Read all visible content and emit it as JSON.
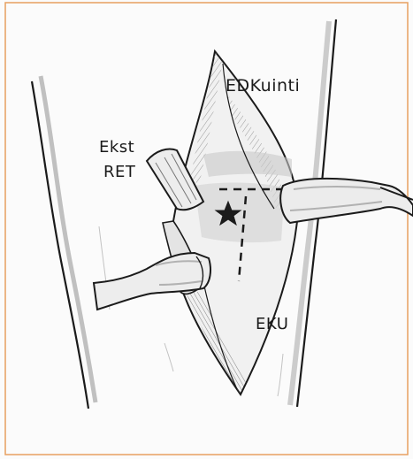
{
  "labels": {
    "edk": "EDKuinti",
    "ekst": "Ekst",
    "ret": "RET",
    "eku": "EKU"
  },
  "colors": {
    "ink": "#1b1b1b",
    "pencil": "#8a8a8a",
    "frame": "#e8a060",
    "paper": "#fbfbfb"
  },
  "marker": "star"
}
